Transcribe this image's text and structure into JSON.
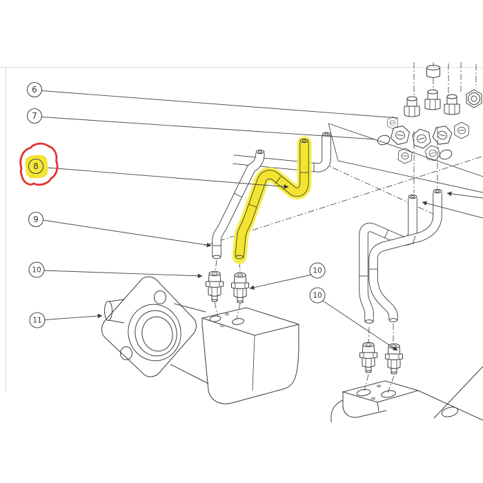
{
  "figure": {
    "type": "exploded-parts-diagram",
    "description": "Hydraulic pump, fittings, manifold and tube assembly line drawing with numbered callouts"
  },
  "style": {
    "background": "#ffffff",
    "line_color": "#3a3a3a",
    "highlight_color": "#f2e431",
    "selection_ring_color": "#e23230"
  },
  "callouts": [
    {
      "label": "6",
      "highlighted": false
    },
    {
      "label": "7",
      "highlighted": false
    },
    {
      "label": "8",
      "highlighted": true
    },
    {
      "label": "9",
      "highlighted": false
    },
    {
      "label": "10",
      "highlighted": false
    },
    {
      "label": "11",
      "highlighted": false
    },
    {
      "label": "10",
      "highlighted": false
    },
    {
      "label": "10",
      "highlighted": false
    }
  ]
}
